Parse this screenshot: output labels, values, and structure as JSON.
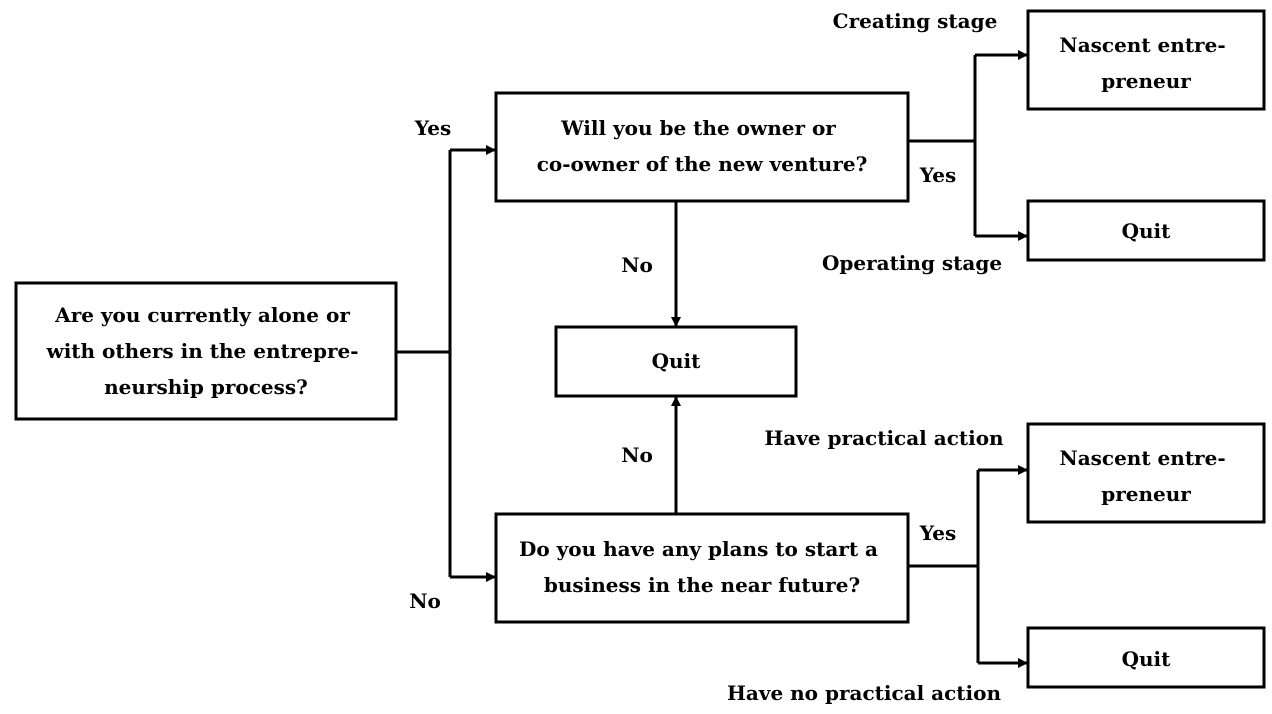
{
  "boxes": {
    "start": [
      "Are you currently alone or",
      "with others in the entrepre-",
      "neurship process?"
    ],
    "owner_question": [
      "Will you be the owner or",
      "co-owner of the new venture?"
    ],
    "quit_middle": "Quit",
    "plans_question": [
      "Do you have any plans to start a",
      "business in the near future?"
    ],
    "nascent_top": [
      "Nascent entre-",
      "preneur"
    ],
    "quit_top": "Quit",
    "nascent_bottom": [
      "Nascent entre-",
      "preneur"
    ],
    "quit_bottom": "Quit"
  },
  "labels": {
    "yes_to_owner": "Yes",
    "no_to_plans": "No",
    "owner_no": "No",
    "plans_no": "No",
    "owner_yes": "Yes",
    "plans_yes": "Yes",
    "creating_stage": "Creating stage",
    "operating_stage": "Operating stage",
    "have_practical_action": "Have practical action",
    "have_no_practical_action": "Have no practical action"
  }
}
